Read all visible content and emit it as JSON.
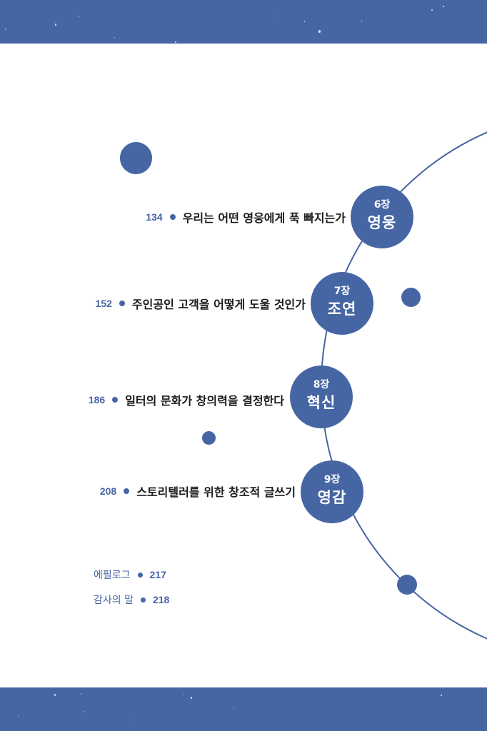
{
  "colors": {
    "accent": "#4665a3",
    "text": "#1a1a1a",
    "background": "#ffffff"
  },
  "chapters": [
    {
      "number": "6장",
      "name": "영웅",
      "page": "134",
      "title": "우리는 어떤 영웅에게 푹 빠지는가"
    },
    {
      "number": "7장",
      "name": "조연",
      "page": "152",
      "title": "주인공인 고객을 어떻게 도울 것인가"
    },
    {
      "number": "8장",
      "name": "혁신",
      "page": "186",
      "title": "일터의 문화가 창의력을 결정한다"
    },
    {
      "number": "9장",
      "name": "영감",
      "page": "208",
      "title": "스토리텔러를 위한 창조적 글쓰기"
    }
  ],
  "extras": [
    {
      "label": "에필로그",
      "page": "217"
    },
    {
      "label": "감사의 말",
      "page": "218"
    }
  ]
}
